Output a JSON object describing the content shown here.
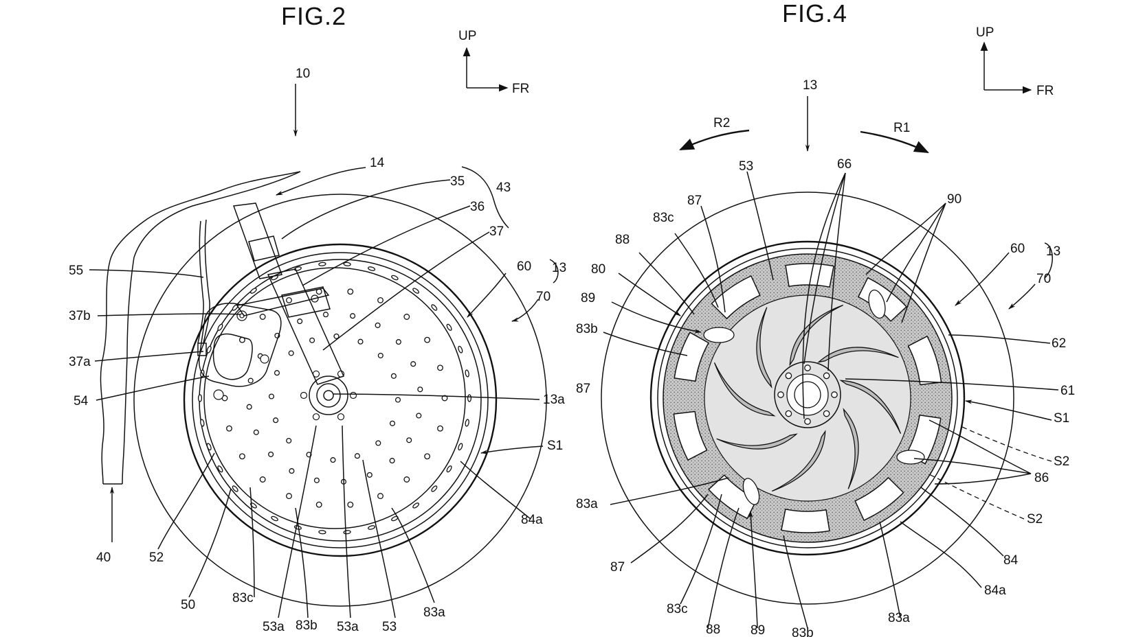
{
  "figures": [
    {
      "id": "fig2",
      "title": "FIG.2",
      "axes": {
        "up": "UP",
        "forward": "FR"
      },
      "callouts": [
        "10",
        "14",
        "35",
        "36",
        "37",
        "43",
        "60",
        "13",
        "70",
        "55",
        "37b",
        "37a",
        "54",
        "13a",
        "S1",
        "84a",
        "40",
        "52",
        "50",
        "83c",
        "53a",
        "83b",
        "53a",
        "53",
        "83a"
      ]
    },
    {
      "id": "fig4",
      "title": "FIG.4",
      "axes": {
        "up": "UP",
        "forward": "FR"
      },
      "rotation": {
        "r1": "R1",
        "r2": "R2"
      },
      "callouts": [
        "13",
        "53",
        "66",
        "87",
        "90",
        "83c",
        "88",
        "80",
        "89",
        "83b",
        "87",
        "60",
        "13",
        "70",
        "62",
        "61",
        "S1",
        "S2",
        "86",
        "S2",
        "84",
        "84a",
        "83a",
        "87",
        "83c",
        "88",
        "89",
        "83b",
        "83a"
      ]
    }
  ],
  "colors": {
    "ink": "#111111",
    "paper": "#ffffff",
    "stipple": "#8a8a8a"
  }
}
